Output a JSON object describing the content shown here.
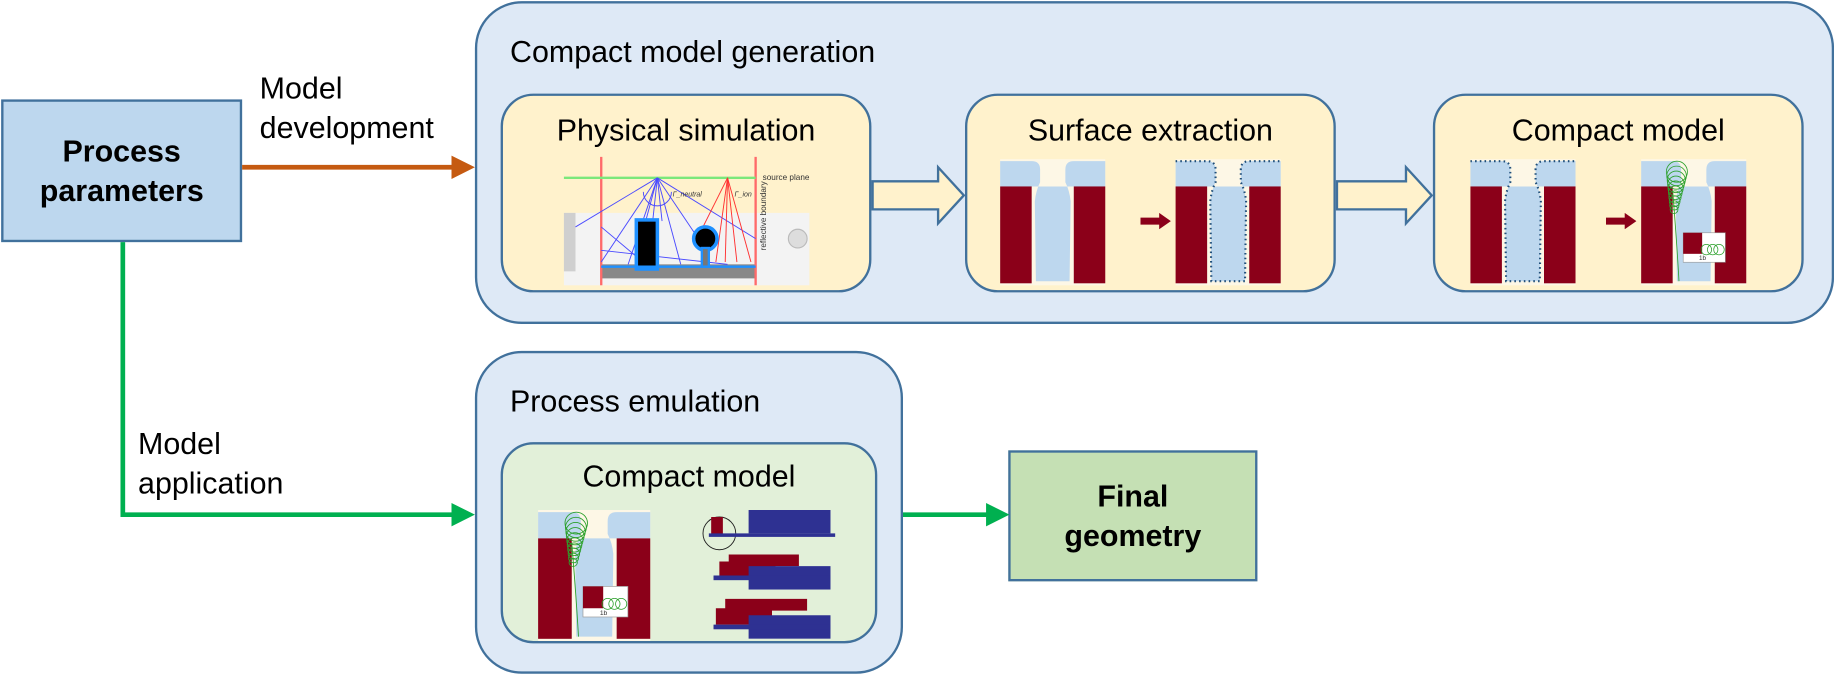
{
  "process_parameters": {
    "label": "Process parameters",
    "color": "#bdd7ee"
  },
  "model_development": {
    "label": "Model development",
    "color": "#c55a11"
  },
  "model_application": {
    "label": "Model application",
    "color": "#00b050"
  },
  "compact_model_generation": {
    "title": "Compact model generation",
    "steps": [
      {
        "title": "Physical simulation",
        "annotations": [
          "source plane",
          "reflective boundary",
          "x_p",
          "Γ_neutral",
          "Γ_ion"
        ]
      },
      {
        "title": "Surface extraction"
      },
      {
        "title": "Compact model",
        "annotation": "1b"
      }
    ]
  },
  "process_emulation": {
    "title": "Process emulation",
    "step": {
      "title": "Compact model",
      "annotation": "1b"
    }
  },
  "final_geometry": {
    "label": "Final geometry",
    "color": "#c5e0b4"
  },
  "colors": {
    "outer": "#dee9f6",
    "border": "#41719c",
    "step_yellow": "#fff2cc",
    "step_green": "#e2f0d9",
    "material": "#8b0019",
    "deposit": "#bdd7ee"
  }
}
